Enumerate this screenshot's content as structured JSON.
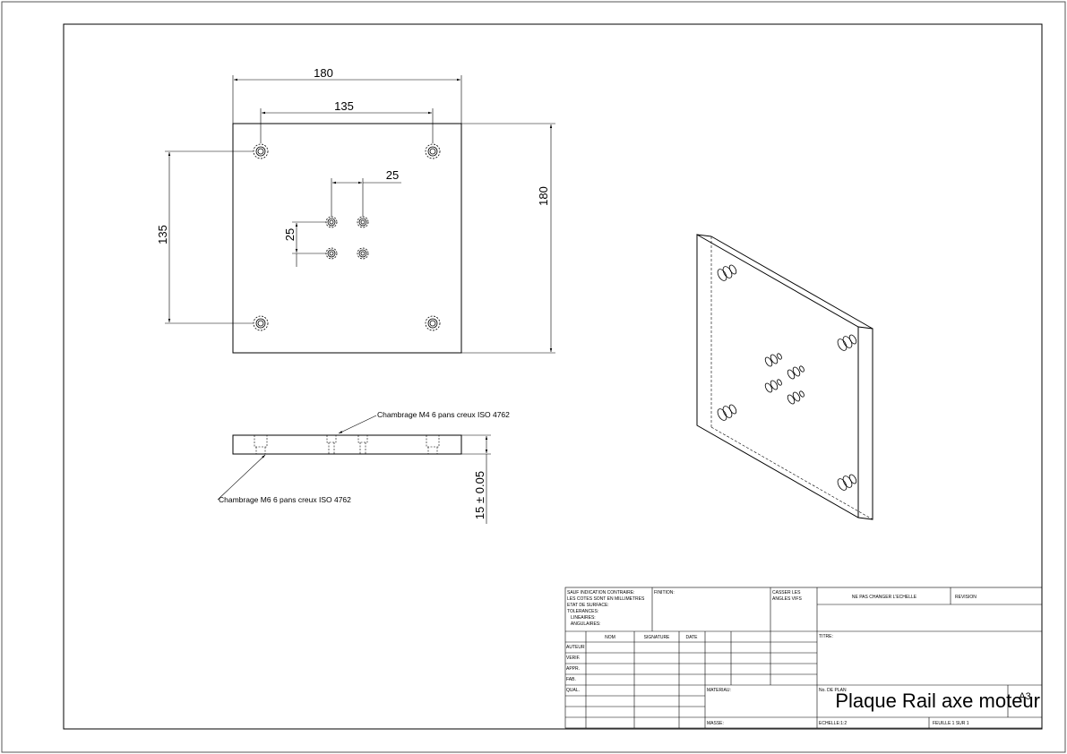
{
  "drawing": {
    "top_view": {
      "dim_width_overall": "180",
      "dim_width_holes": "135",
      "dim_height_overall": "180",
      "dim_height_holes": "135",
      "dim_small_horizontal": "25",
      "dim_small_vertical": "25"
    },
    "side_view": {
      "note_m4": "Chambrage M4 6 pans creux ISO 4762",
      "note_m6": "Chambrage M6 6 pans creux ISO 4762",
      "dim_thickness": "15 ± 0.05"
    }
  },
  "title_block": {
    "general_notes": [
      "SAUF INDICATION CONTRAIRE:",
      "LES COTES SONT EN MILLIMETRES",
      "ETAT DE SURFACE:",
      "TOLERANCES:",
      "   LINEAIRES:",
      "   ANGULAIRES:"
    ],
    "finition_label": "FINITION:",
    "casser_label_1": "CASSER LES",
    "casser_label_2": "ANGLES VIFS",
    "ne_pas_changer": "NE PAS CHANGER L'ECHELLE",
    "revision_label": "REVISION",
    "col_nom": "NOM",
    "col_signature": "SIGNATURE",
    "col_date": "DATE",
    "row_labels": [
      "AUTEUR",
      "VERIF.",
      "APPR.",
      "FAB.",
      "QUAL."
    ],
    "titre_label": "TITRE:",
    "materiau_label": "MATERIAU:",
    "no_plan_label": "No. DE PLAN",
    "drawing_title": "Plaque Rail axe moteur",
    "format": "A3",
    "masse_label": "MASSE:",
    "echelle": "ECHELLE:1:2",
    "feuille": "FEUILLE 1 SUR 1"
  }
}
